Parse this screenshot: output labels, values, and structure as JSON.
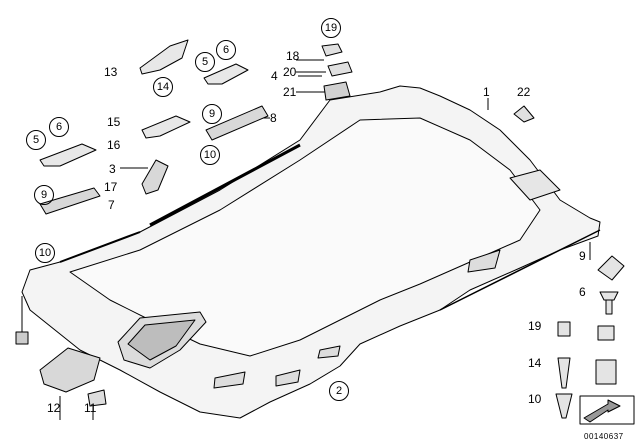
{
  "diagram": {
    "labels": {
      "p1": "1",
      "p2": "2",
      "p3": "3",
      "p4": "4",
      "p5a": "5",
      "p5b": "5",
      "p6a": "6",
      "p6b": "6",
      "p6c": "6",
      "p7": "7",
      "p8": "8",
      "p9a": "9",
      "p9b": "9",
      "p9c": "9",
      "p10a": "10",
      "p10b": "10",
      "p10c": "10",
      "p11": "11",
      "p12": "12",
      "p13": "13",
      "p14a": "14",
      "p14b": "14",
      "p15": "15",
      "p16": "16",
      "p17": "17",
      "p18": "18",
      "p19a": "19",
      "p19b": "19",
      "p20": "20",
      "p21": "21",
      "p22": "22"
    },
    "document_id": "00140637"
  }
}
